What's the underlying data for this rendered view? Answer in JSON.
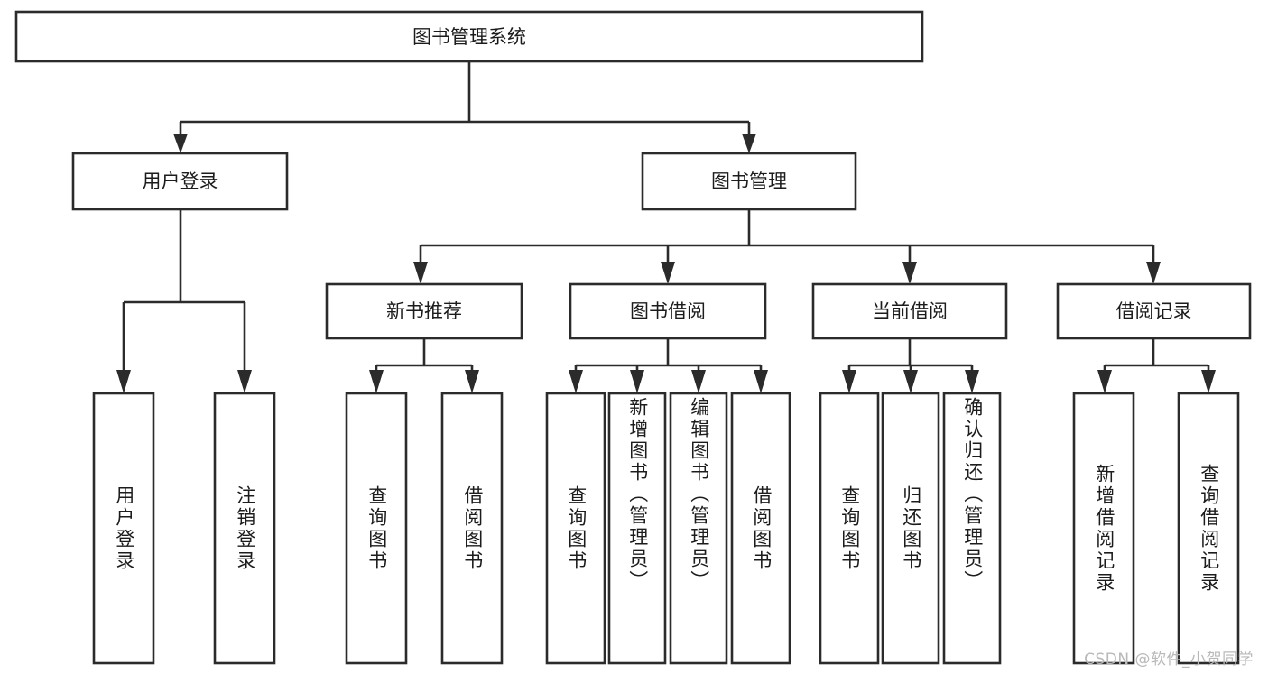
{
  "diagram": {
    "title": "图书管理系统",
    "type": "hierarchy-tree",
    "watermark": "CSDN @软件_小贺同学",
    "colors": {
      "stroke": "#2b2b2b",
      "fill": "#ffffff",
      "text": "#1c1c1c",
      "watermark": "#b9b9b9"
    },
    "root": {
      "label": "图书管理系统"
    },
    "level2": [
      {
        "label": "用户登录"
      },
      {
        "label": "图书管理"
      }
    ],
    "level3": [
      {
        "label": "新书推荐"
      },
      {
        "label": "图书借阅"
      },
      {
        "label": "当前借阅"
      },
      {
        "label": "借阅记录"
      }
    ],
    "leaves": {
      "user_login": [
        {
          "label": "用户登录"
        },
        {
          "label": "注销登录"
        }
      ],
      "new_book_recommend": [
        {
          "label": "查询图书"
        },
        {
          "label": "借阅图书"
        }
      ],
      "book_borrow": [
        {
          "label": "查询图书"
        },
        {
          "label": "新增图书（管理员）"
        },
        {
          "label": "编辑图书（管理员）"
        },
        {
          "label": "借阅图书"
        }
      ],
      "current_borrow": [
        {
          "label": "查询图书"
        },
        {
          "label": "归还图书"
        },
        {
          "label": "确认归还（管理员）"
        }
      ],
      "borrow_record": [
        {
          "label": "新增借阅记录"
        },
        {
          "label": "查询借阅记录"
        }
      ]
    }
  }
}
